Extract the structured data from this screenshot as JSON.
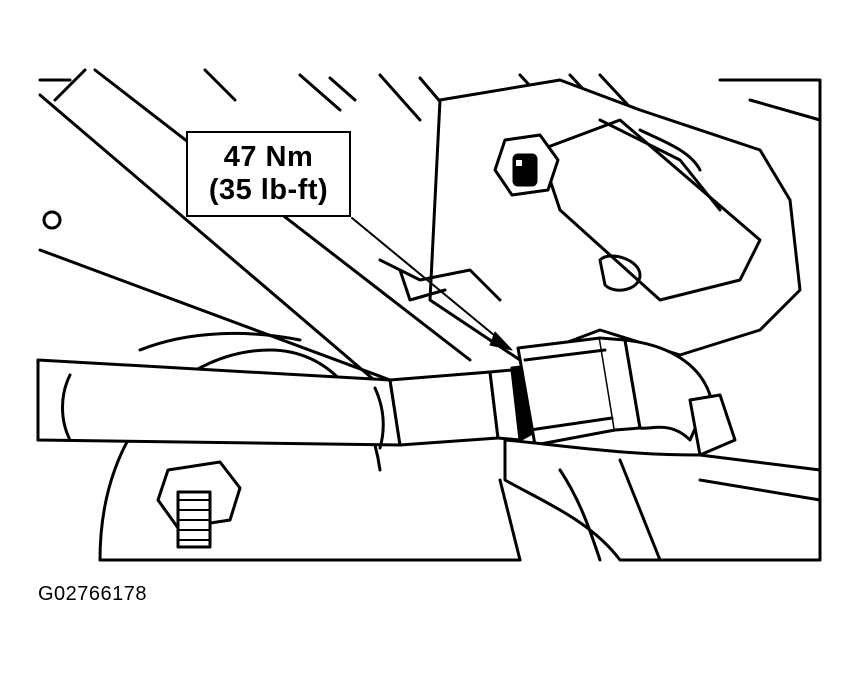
{
  "torque_label": {
    "metric": "47 Nm",
    "imperial": "(35 lb-ft)"
  },
  "figure_id": "G02766178"
}
